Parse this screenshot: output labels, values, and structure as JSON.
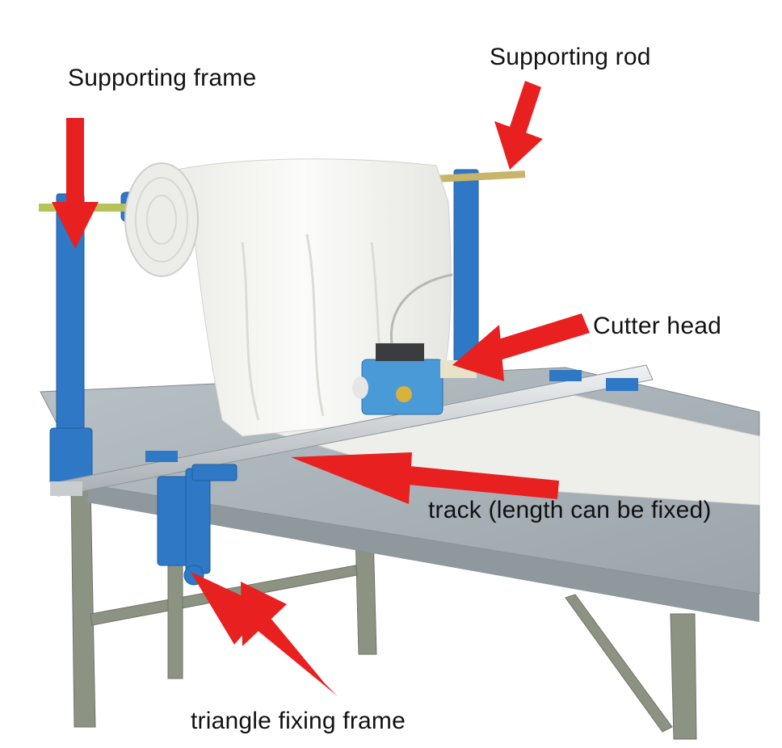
{
  "labels": {
    "supporting_frame": "Supporting frame",
    "supporting_rod": "Supporting rod",
    "cutter_head": "Cutter head",
    "track": "track (length can be fixed)",
    "triangle_fixing_frame": "triangle fixing frame"
  },
  "colors": {
    "arrow": "#e8201f",
    "frame_blue": "#2e78c6",
    "table_top": "#a9b3b8",
    "table_legs": "#8c9383",
    "track_rail": "#d6dade",
    "cloth": "#f2f2ef",
    "rod": "#c8b56a"
  }
}
